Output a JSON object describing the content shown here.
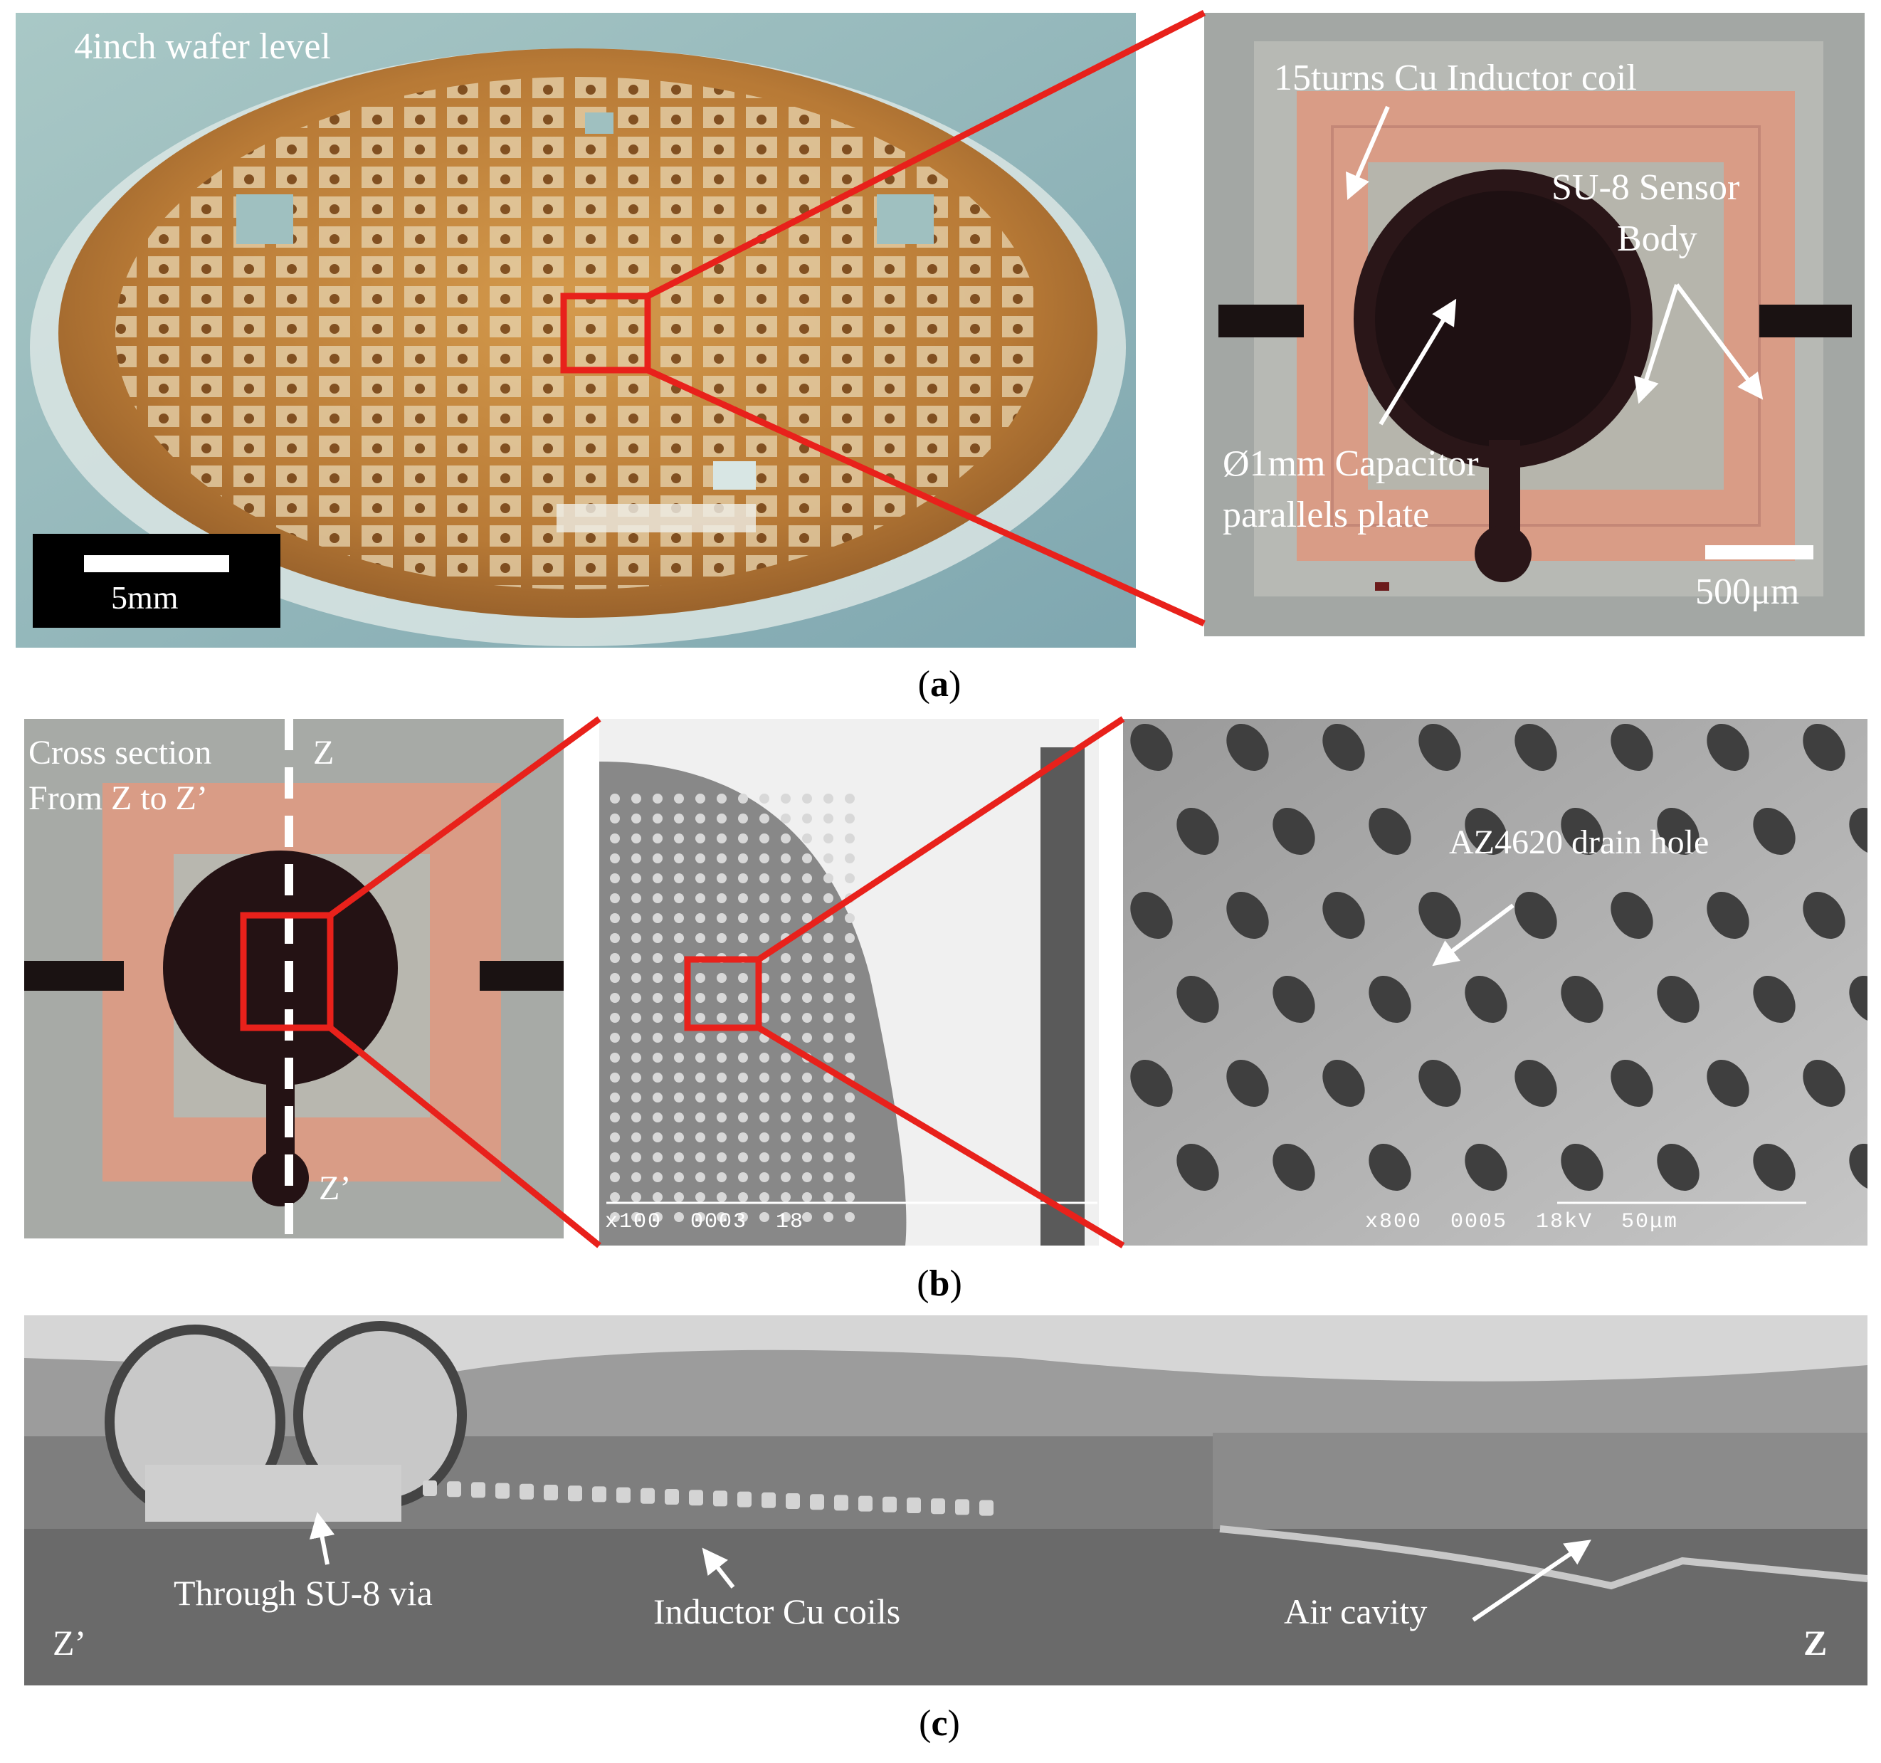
{
  "panel_a": {
    "wafer_label": "4inch wafer level",
    "scale_wafer": "5mm",
    "coil_label": "15turns Cu Inductor coil",
    "su8_label_1": "SU-8 Sensor",
    "su8_label_2": "Body",
    "cap_label_1": "Ø1mm Capacitor",
    "cap_label_2": "parallels plate",
    "scale_sensor": "500μm",
    "caption_open": "(",
    "caption_letter": "a",
    "caption_close": ")"
  },
  "panel_b": {
    "cross_1": "Cross section",
    "cross_2": "From Z to Z’",
    "z_top": "Z",
    "z_bottom": "Z’",
    "sem1_info": "x100  0003  18",
    "drain_label": "AZ4620 drain hole",
    "sem2_info": "x800  0005  18kV  50μm",
    "caption_open": "(",
    "caption_letter": "b",
    "caption_close": ")"
  },
  "panel_c": {
    "via_label": "Through SU-8 via",
    "coils_label": "Inductor Cu coils",
    "cavity_label": "Air cavity",
    "z_left": "Z’",
    "z_right": "Z",
    "caption_open": "(",
    "caption_letter": "c",
    "caption_close": ")"
  },
  "colors": {
    "highlight": "#e8211b",
    "copper": "#c98a3a",
    "coil": "#d99c86",
    "sem_gray": "#8a8a8a"
  }
}
